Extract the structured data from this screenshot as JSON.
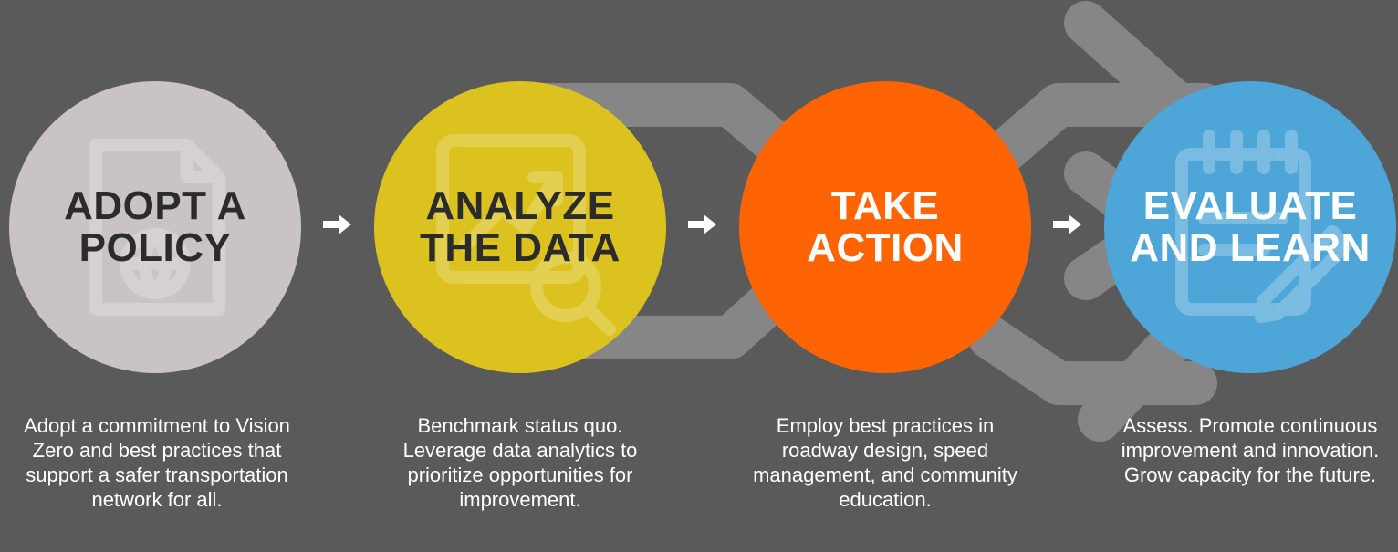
{
  "colors": {
    "background": "#5a5a5a",
    "chevron": "#8e8e8e",
    "icon_overlay": "#ffffff"
  },
  "steps": [
    {
      "title_line1": "ADOPT A",
      "title_line2": "POLICY",
      "description": "Adopt a commitment to Vision Zero and best practices that support a safer transportation network for all.",
      "color": "#c9c3c8",
      "title_color": "#2b2b2b",
      "icon": "policy-document-globe-icon"
    },
    {
      "title_line1": "ANALYZE",
      "title_line2": "THE DATA",
      "description": "Benchmark status quo. Leverage data analytics to prioritize opportunities for improvement.",
      "color": "#dcc21e",
      "title_color": "#2b2b2b",
      "icon": "chart-magnifier-icon"
    },
    {
      "title_line1": "TAKE",
      "title_line2": "ACTION",
      "description": "Employ best practices in roadway design, speed management, and community education.",
      "color": "#ff6404",
      "title_color": "#ffffff",
      "icon": ""
    },
    {
      "title_line1": "EVALUATE",
      "title_line2": "AND LEARN",
      "description": "Assess. Promote continuous improvement and innovation. Grow capacity for the future.",
      "color": "#4ea6d8",
      "title_color": "#ffffff",
      "icon": "notepad-pencil-icon"
    }
  ],
  "connectors": [
    "arrow-right-icon",
    "arrow-right-icon",
    "arrow-right-icon"
  ]
}
